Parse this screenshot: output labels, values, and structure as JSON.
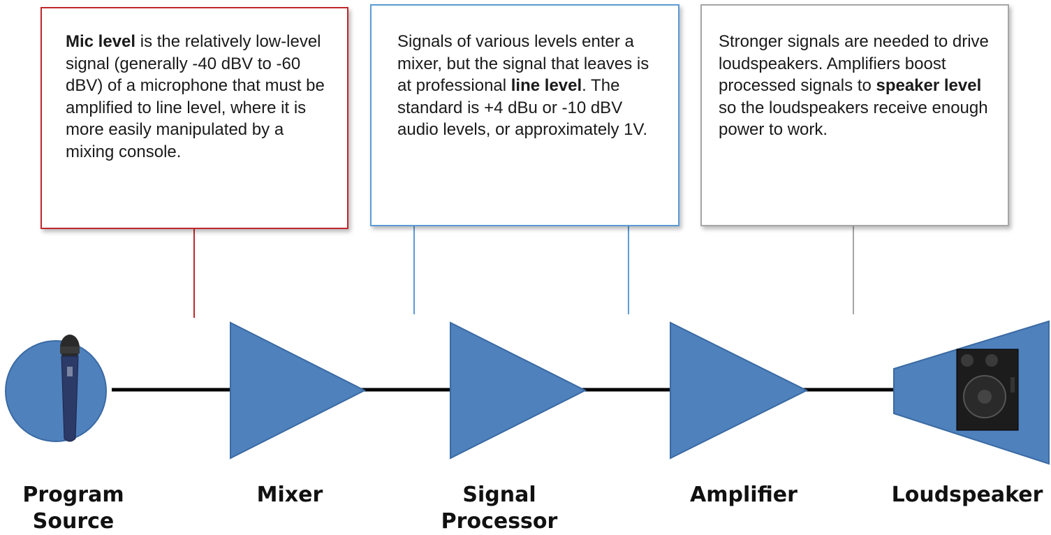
{
  "callouts": {
    "mic": {
      "term": "Mic level",
      "text": " is the relatively low-level signal (generally -40 dBV to -60 dBV) of a microphone that must be amplified to line level, where it is more easily manipulated by a mixing console."
    },
    "line": {
      "before": "Signals of various levels enter a mixer, but the signal that leaves is at professional ",
      "term": "line level",
      "after": ". The standard is +4 dBu or -10 dBV audio levels, or approximately 1V."
    },
    "speaker": {
      "before": "Stronger signals are needed to drive loudspeakers. Amplifiers boost processed signals to ",
      "term": "speaker level",
      "after": " so the loudspeakers receive enough power to work."
    }
  },
  "stages": {
    "source": {
      "line1": "Program",
      "line2": "Source"
    },
    "mixer": {
      "line1": "Mixer"
    },
    "processor": {
      "line1": "Signal",
      "line2": "Processor"
    },
    "amplifier": {
      "line1": "Amplifier"
    },
    "speaker": {
      "line1": "Loudspeaker"
    }
  },
  "colors": {
    "shape_fill": "#4f81bd",
    "shape_stroke": "#3a6aa3",
    "mic_border": "#c0282d",
    "line_border": "#5b9bd5",
    "speaker_border": "#a6a6a6"
  }
}
